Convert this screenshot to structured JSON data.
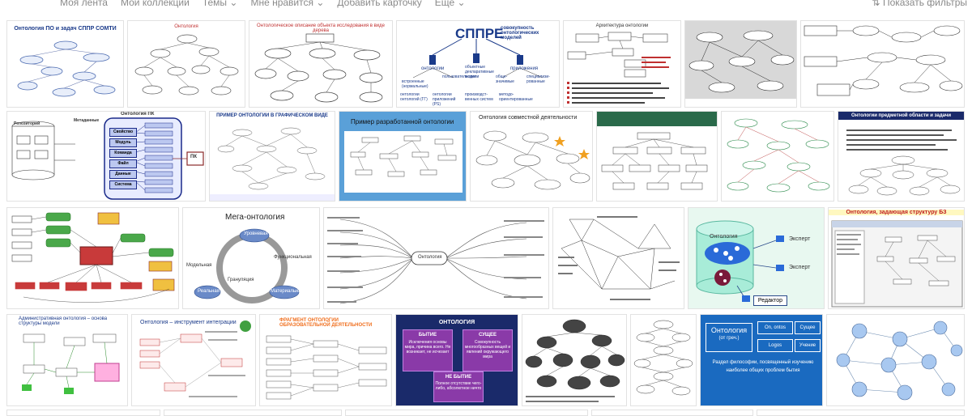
{
  "nav": {
    "items": [
      "Моя лента",
      "Мои коллекции",
      "Темы",
      "Мне нравится",
      "Добавить карточку",
      "Еще"
    ],
    "filters": "Показать фильтры"
  },
  "tiles": {
    "t1": "Онтология ПО и задач СППР СОМТИ",
    "t2": "Онтология",
    "t3": "Онтологическое описание объекта исследования в виде дерева",
    "t4": {
      "title": "СППРE",
      "subtitle": "совокупность онтологических моделей",
      "n1": "онтологии",
      "n2": "объектные декларативные модели",
      "n3": "приложения",
      "n4": "пользовательские",
      "n5": "обще-значимые",
      "n6": "специализи-рованные",
      "n7": "встроенные (нормальные)",
      "n8": "онтологии онтологий (ГГ)",
      "n9": "онтологии приложений (PS)",
      "n10": "производст-венных систем",
      "n11": "методо-ориентированные"
    },
    "t5": "Архитектура онтологии",
    "t8": "Онтология ПК",
    "t8_items": [
      "Свойство",
      "Модуль",
      "Команда",
      "Файл",
      "Данные",
      "Система"
    ],
    "t8_box": "ПК",
    "t8_left": "Репозиторий",
    "t8_mid": "Метаданные",
    "t9": "ПРИМЕР ОНТОЛОГИИ В ГРАФИЧЕСКОМ ВИДЕ",
    "t10": "Пример разработанной онтологии",
    "t11": "Онтология совместной деятельности",
    "t14": "Онтологии предметной области и задачи",
    "t16": "Мега-онтология",
    "t16_items": [
      "Уровневая",
      "Функциональная",
      "Модельная",
      "Грануляция",
      "Реальная",
      "Материальная"
    ],
    "t17_center": "Онтология",
    "t19_title": "Онтология",
    "t19_labels": [
      "Эксперт",
      "Эксперт",
      "Редактор"
    ],
    "t20": "Онтология, задающая структуру БЗ",
    "t21": "Административная онтология – основа структуры модели",
    "t22": "Онтология – инструмент интеграции",
    "t23": "ФРАГМЕНТ ОНТОЛОГИИ ОБРАЗОВАТЕЛЬНОЙ ДЕЯТЕЛЬНОСТИ",
    "t24": {
      "title": "ОНТОЛОГИЯ",
      "b1": "БЫТИЕ",
      "b1t": "Исключения основы мира, причина всего. Не возникает, не исчезает",
      "b2": "СУЩЕЕ",
      "b2t": "Совокупность многообразных вещей и явлений окружающего мира",
      "b3": "НЕ БЫТИЕ",
      "b3t": "Полное отсутствие чего-либо, абсолютное ничто"
    },
    "t27": {
      "title": "Онтология",
      "sub": "(от греч.)",
      "w1": "On, ontos",
      "w2": "Сущее",
      "w3": "Logos",
      "w4": "Учение",
      "body": "Раздел философии, посвященный изучению наиболее общих проблем бытия"
    }
  }
}
